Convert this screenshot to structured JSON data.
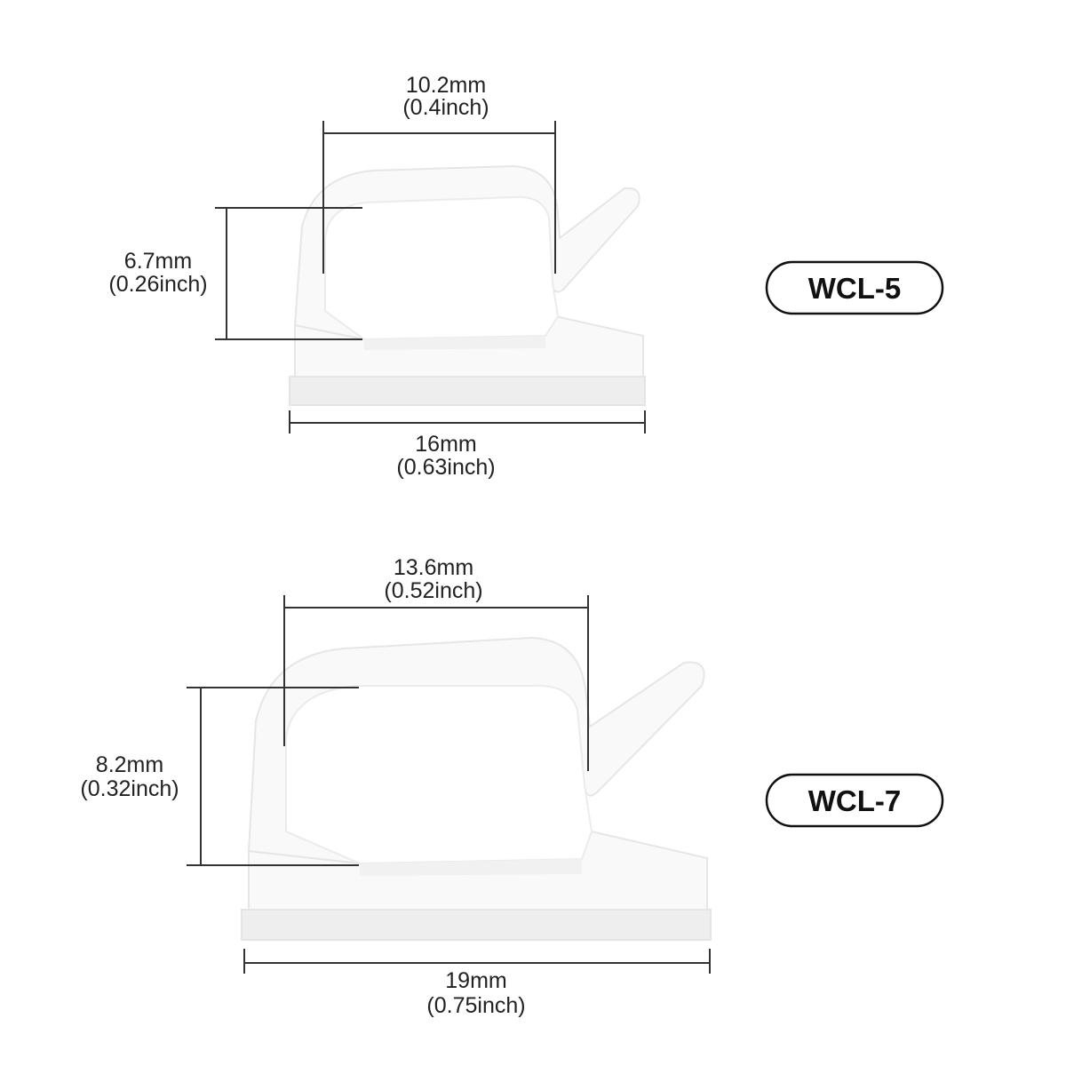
{
  "clips": [
    {
      "model": "WCL-5",
      "width": {
        "mm": "10.2mm",
        "inch": "(0.4inch)"
      },
      "height": {
        "mm": "6.7mm",
        "inch": "(0.26inch)"
      },
      "length": {
        "mm": "16mm",
        "inch": "(0.63inch)"
      }
    },
    {
      "model": "WCL-7",
      "width": {
        "mm": "13.6mm",
        "inch": "(0.52inch)"
      },
      "height": {
        "mm": "8.2mm",
        "inch": "(0.32inch)"
      },
      "length": {
        "mm": "19mm",
        "inch": "(0.75inch)"
      }
    }
  ],
  "colors": {
    "dimension_lines": "#333333",
    "clip_fill": "#f9f9f9",
    "badge_border": "#111111"
  }
}
